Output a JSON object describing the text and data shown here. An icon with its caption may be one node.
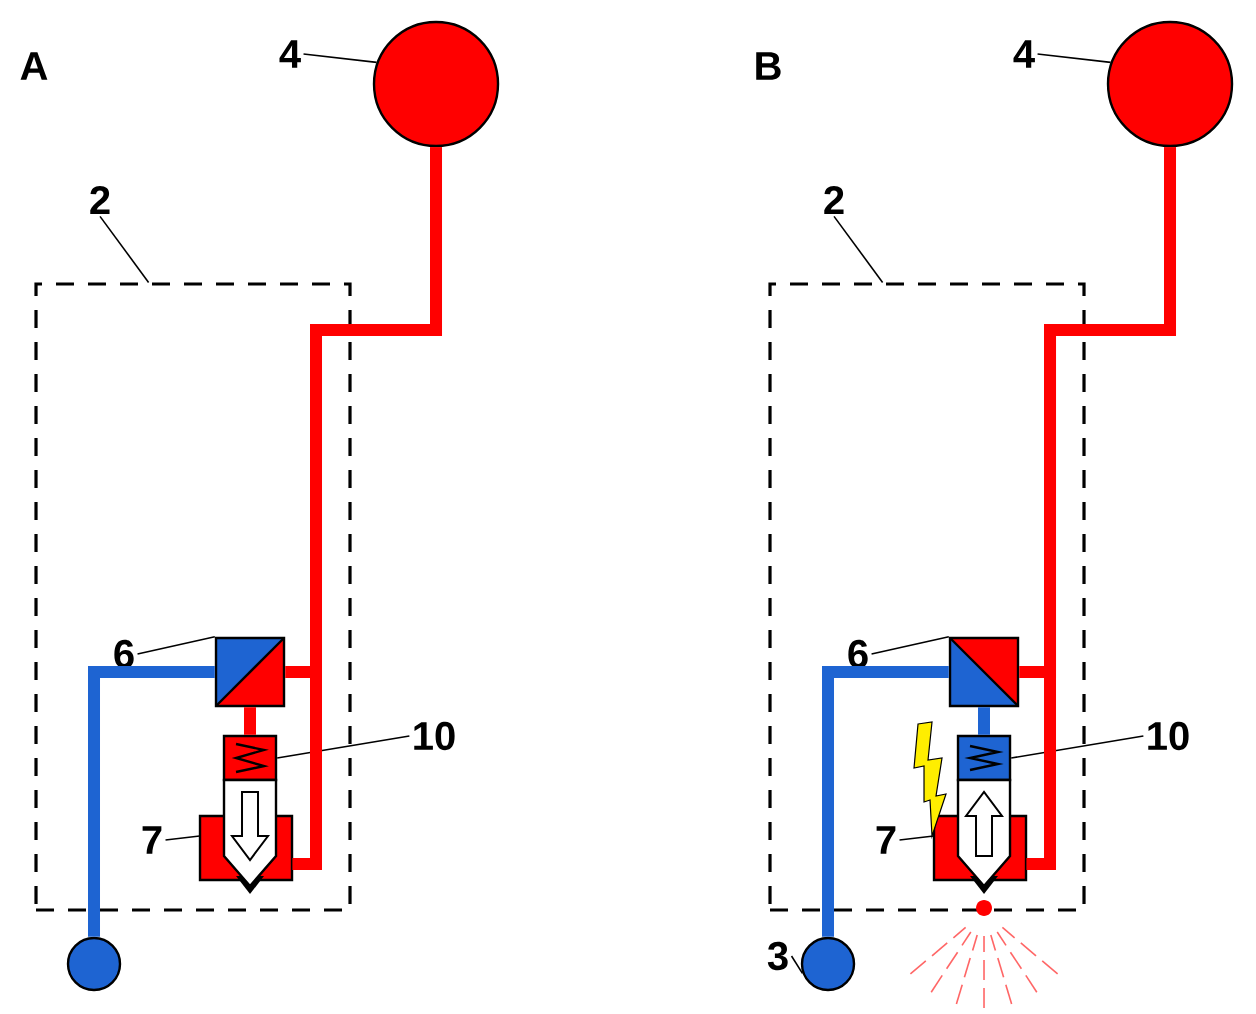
{
  "diagram": {
    "nodes": [
      {
        "text": [
          "4"
        ]
      },
      {
        "text": [],
        "shape": "circle"
      },
      {
        "text": [
          "2"
        ]
      },
      {
        "text": [],
        "shape": "box"
      },
      {
        "text": [
          "6"
        ],
        "in": 3
      },
      {
        "text": [],
        "shape": "box",
        "in": 3
      },
      {
        "text": [
          "10"
        ]
      },
      {
        "text": [],
        "shape": "box",
        "in": 3
      },
      {
        "text": [
          "7"
        ],
        "in": 3
      },
      {
        "text": [],
        "shape": "box",
        "in": 3
      },
      {
        "text": [],
        "shape": "circle"
      },
      {
        "text": [
          "4"
        ]
      },
      {
        "text": [],
        "shape": "circle"
      },
      {
        "text": [
          "2"
        ]
      },
      {
        "text": [],
        "shape": "box"
      },
      {
        "text": [
          "6"
        ],
        "in": 14
      },
      {
        "text": [],
        "shape": "box",
        "in": 14
      },
      {
        "text": [
          "10"
        ]
      },
      {
        "text": [],
        "shape": "box",
        "in": 14
      },
      {
        "text": [
          "7"
        ],
        "in": 14
      },
      {
        "text": [],
        "shape": "box",
        "in": 14
      },
      {
        "text": [
          "3"
        ]
      },
      {
        "text": [],
        "shape": "circle"
      }
    ],
    "edges": [
      {
        "from": 0,
        "to": 1,
        "arrow": "none"
      },
      {
        "from": 2,
        "to": 3,
        "arrow": "none"
      },
      {
        "from": 4,
        "to": 5,
        "arrow": "none"
      },
      {
        "from": 6,
        "to": 7,
        "arrow": "none"
      },
      {
        "from": 8,
        "to": 9,
        "arrow": "none"
      },
      {
        "from": 1,
        "to": 5,
        "arrow": "none",
        "style": "thick",
        "color": "#ff0000"
      },
      {
        "from": 1,
        "to": 9,
        "arrow": "none",
        "style": "thick",
        "color": "#ff0000"
      },
      {
        "from": 5,
        "to": 7,
        "arrow": "none",
        "style": "thick",
        "color": "#ff0000"
      },
      {
        "from": 10,
        "to": 5,
        "arrow": "none",
        "style": "thick",
        "color": "#1e64d2"
      },
      {
        "from": 11,
        "to": 12,
        "arrow": "none"
      },
      {
        "from": 13,
        "to": 14,
        "arrow": "none"
      },
      {
        "from": 15,
        "to": 16,
        "arrow": "none"
      },
      {
        "from": 17,
        "to": 18,
        "arrow": "none"
      },
      {
        "from": 19,
        "to": 20,
        "arrow": "none"
      },
      {
        "from": 21,
        "to": 22,
        "arrow": "none"
      },
      {
        "from": 12,
        "to": 16,
        "arrow": "none",
        "style": "thick",
        "color": "#ff0000"
      },
      {
        "from": 12,
        "to": 20,
        "arrow": "none",
        "style": "thick",
        "color": "#ff0000"
      },
      {
        "from": 16,
        "to": 18,
        "arrow": "none",
        "style": "thick",
        "color": "#1e64d2"
      },
      {
        "from": 22,
        "to": 16,
        "arrow": "none",
        "style": "thick",
        "color": "#1e64d2"
      }
    ],
    "labels": [
      "A",
      "B"
    ]
  }
}
